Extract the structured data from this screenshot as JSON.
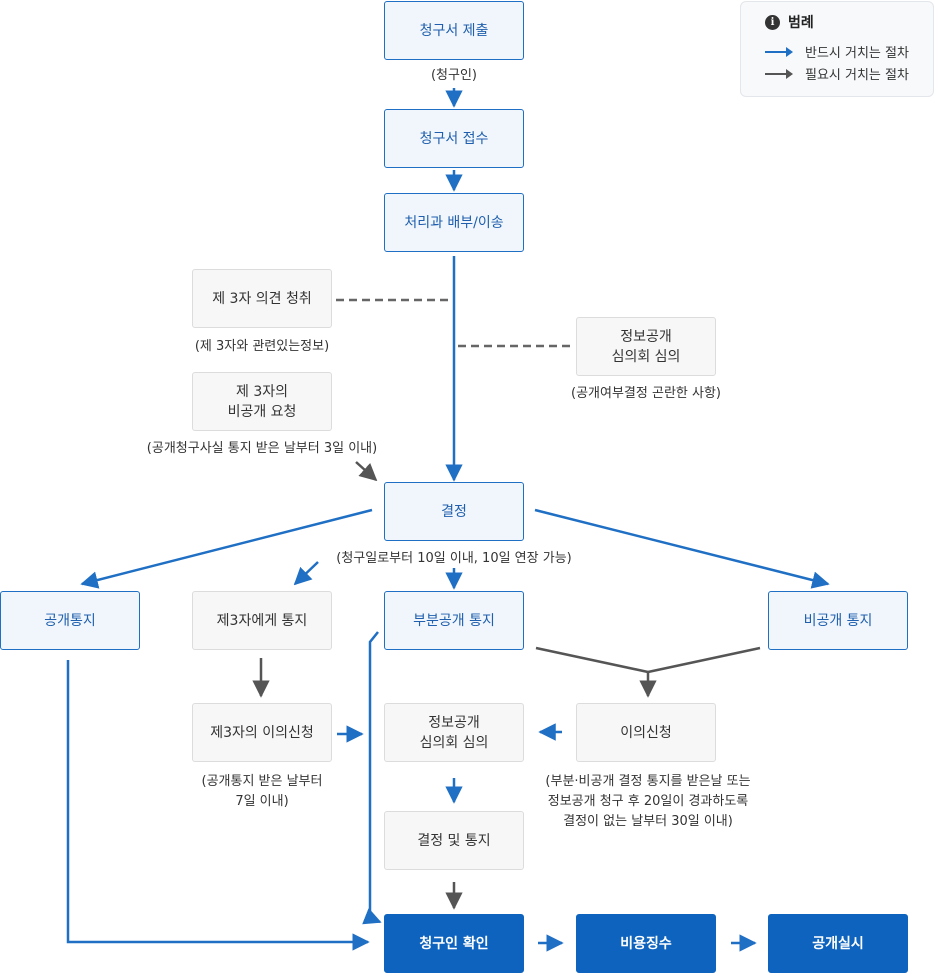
{
  "legend": {
    "title": "범례",
    "items": [
      {
        "label": "반드시 거치는 절차",
        "color": "#1f6fc4"
      },
      {
        "label": "필요시 거치는 절차",
        "color": "#555555"
      }
    ]
  },
  "nodes": {
    "submit": "청구서 제출",
    "receive": "청구서 접수",
    "assign": "처리과 배부/이송",
    "third_opinion": "제 3자 의견 청취",
    "third_nondisclose": "제 3자의\n비공개 요청",
    "committee_top": "정보공개\n심의회 심의",
    "decision": "결정",
    "disclose_notice": "공개통지",
    "third_notice": "제3자에게 통지",
    "partial_notice": "부분공개 통지",
    "nondisclose_notice": "비공개 통지",
    "third_objection": "제3자의 이의신청",
    "committee_mid": "정보공개\n심의회 심의",
    "objection": "이의신청",
    "decision_notice": "결정 및 통지",
    "confirm": "청구인 확인",
    "fee": "비용징수",
    "execute": "공개실시"
  },
  "notes": {
    "requester": "(청구인)",
    "third_related": "(제 3자와 관련있는정보)",
    "hard_decide": "(공개여부결정 곤란한 사항)",
    "within_3days": "(공개청구사실 통지 받은 날부터 3일 이내)",
    "within_10days": "(청구일로부터 10일 이내, 10일 연장 가능)",
    "within_7days": "(공개통지 받은 날부터\n7일 이내)",
    "objection_period": "(부분·비공개 결정 통지를 받은날 또는\n정보공개 청구 후 20일이 경과하도록\n결정이 없는 날부터 30일 이내)"
  },
  "colors": {
    "required": "#1f6fc4",
    "optional": "#555555",
    "primary_fill": "#0d63bd"
  }
}
